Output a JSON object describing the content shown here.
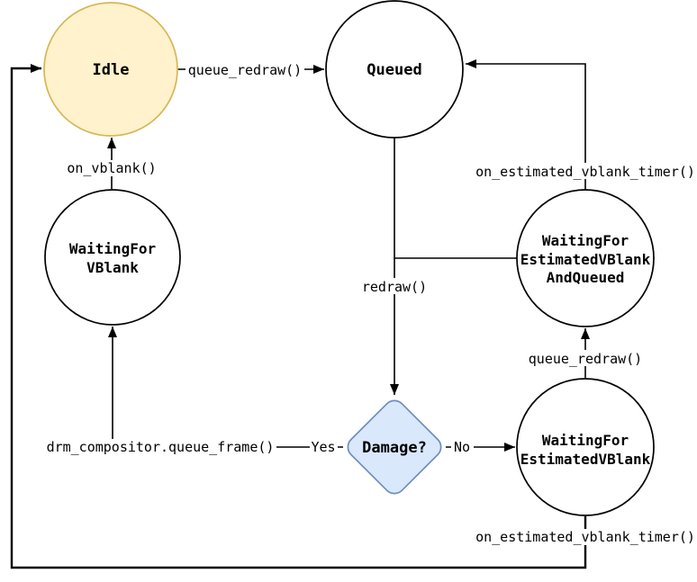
{
  "colors": {
    "line": "#000000",
    "state_fill": "#ffffff",
    "state_stroke": "#000000",
    "idle_fill": "#fff2cc",
    "idle_stroke": "#d6b656",
    "decision_fill": "#dae8fc",
    "decision_stroke": "#6c8ebf",
    "yes_label": "#567d3e",
    "no_label": "#9c4a45"
  },
  "states": {
    "idle": {
      "label": "Idle"
    },
    "queued": {
      "label": "Queued"
    },
    "waiting_for_vblank": {
      "line1": "WaitingFor",
      "line2": "VBlank"
    },
    "waiting_for_estimated_vblank_and_queued": {
      "line1": "WaitingFor",
      "line2": "EstimatedVBlank",
      "line3": "AndQueued"
    },
    "waiting_for_estimated_vblank": {
      "line1": "WaitingFor",
      "line2": "EstimatedVBlank"
    },
    "damage": {
      "label": "Damage?"
    }
  },
  "edges": {
    "queue_redraw_idle": "queue_redraw()",
    "on_vblank": "on_vblank()",
    "redraw": "redraw()",
    "yes": "Yes",
    "drm_queue_frame": "drm_compositor.queue_frame()",
    "no": "No",
    "queue_redraw_estimated": "queue_redraw()",
    "on_estimated_vblank_timer_top": "on_estimated_vblank_timer()",
    "on_estimated_vblank_timer_bottom": "on_estimated_vblank_timer()"
  }
}
